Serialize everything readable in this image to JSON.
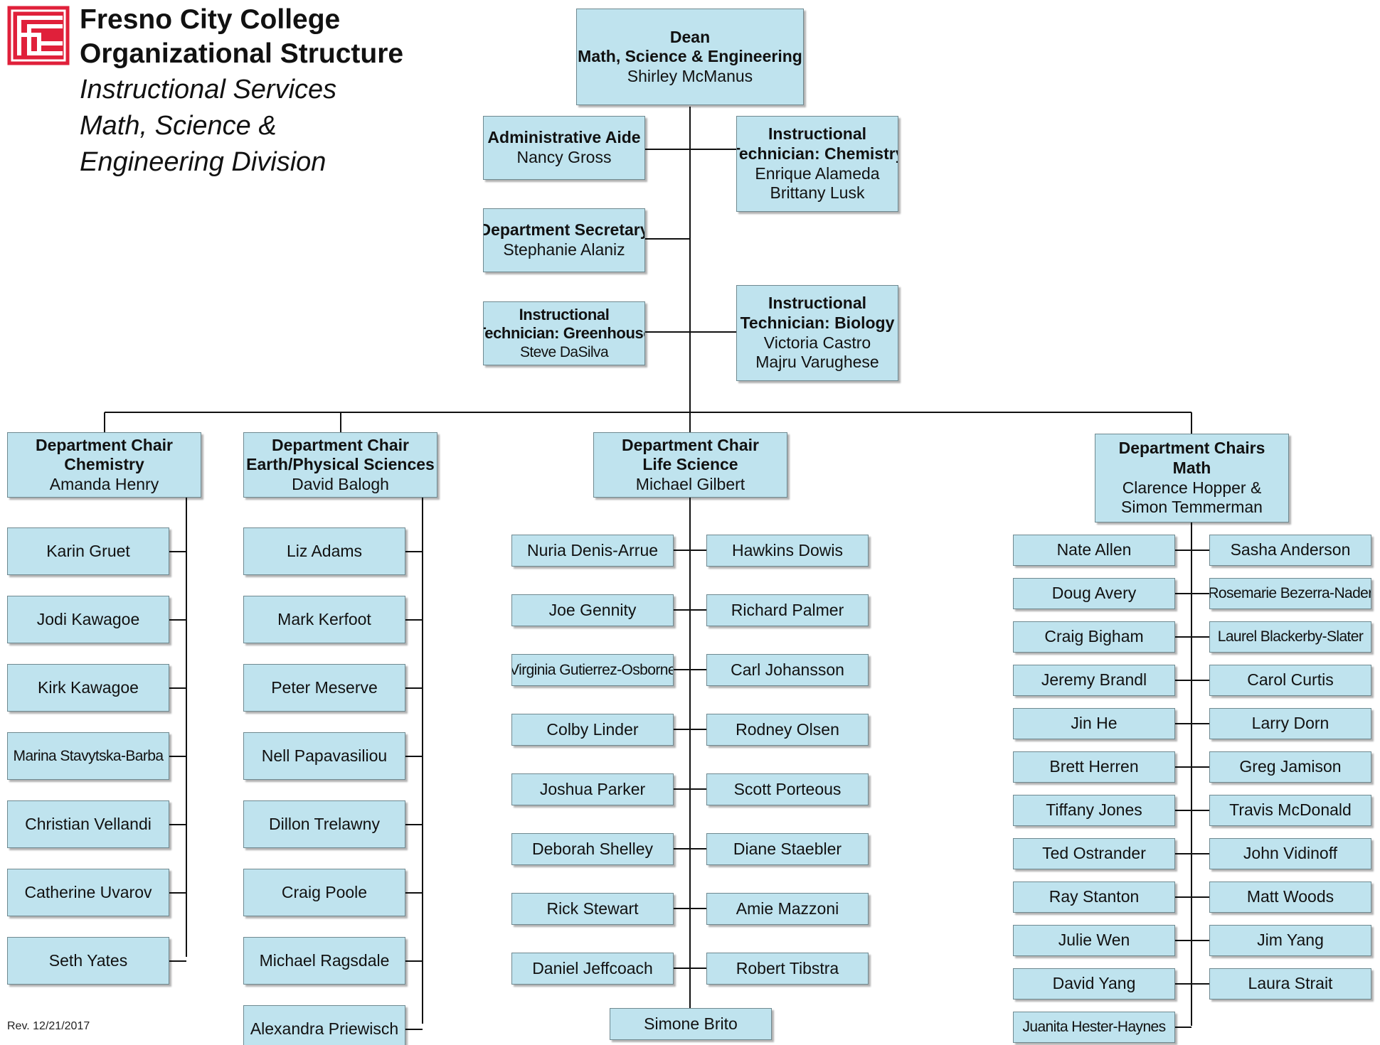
{
  "header": {
    "org_name": "Fresno City College",
    "subtitle1": "Organizational Structure",
    "line1": "Instructional Services",
    "line2": "Math, Science &",
    "line3": "Engineering Division",
    "logo_letters": "FCC",
    "logo_color": "#e0203a"
  },
  "dean": {
    "title1": "Dean",
    "title2": "Math, Science & Engineering",
    "name": "Shirley McManus"
  },
  "staff": {
    "admin_aide": {
      "title": "Administrative Aide",
      "name": "Nancy Gross"
    },
    "dept_secretary": {
      "title": "Department Secretary",
      "name": "Stephanie Alaniz"
    },
    "tech_greenhouse": {
      "title1": "Instructional",
      "title2": "Technician: Greenhouse",
      "name": "Steve DaSilva"
    },
    "tech_chemistry": {
      "title1": "Instructional",
      "title2": "Technician: Chemistry",
      "name1": "Enrique Alameda",
      "name2": "Brittany Lusk"
    },
    "tech_biology": {
      "title1": "Instructional",
      "title2": "Technician: Biology",
      "name1": "Victoria Castro",
      "name2": "Majru Varughese"
    }
  },
  "chairs": {
    "chemistry": {
      "title1": "Department Chair",
      "title2": "Chemistry",
      "name": "Amanda Henry"
    },
    "earth": {
      "title1": "Department Chair",
      "title2": "Earth/Physical Sciences",
      "name": "David Balogh"
    },
    "life": {
      "title1": "Department Chair",
      "title2": "Life Science",
      "name": "Michael Gilbert"
    },
    "math": {
      "title1": "Department Chairs",
      "title2": "Math",
      "name1": "Clarence Hopper &",
      "name2": "Simon Temmerman"
    }
  },
  "chemistry_faculty": [
    "Karin Gruet",
    "Jodi Kawagoe",
    "Kirk Kawagoe",
    "Marina Stavytska-Barba",
    "Christian Vellandi",
    "Catherine Uvarov",
    "Seth Yates"
  ],
  "earth_faculty": [
    "Liz Adams",
    "Mark Kerfoot",
    "Peter Meserve",
    "Nell Papavasiliou",
    "Dillon Trelawny",
    "Craig Poole",
    "Michael Ragsdale",
    "Alexandra Priewisch"
  ],
  "life_left": [
    "Nuria Denis-Arrue",
    "Joe Gennity",
    "Virginia Gutierrez-Osborne",
    "Colby Linder",
    "Joshua Parker",
    "Deborah Shelley",
    "Rick Stewart",
    "Daniel Jeffcoach"
  ],
  "life_right": [
    "Hawkins Dowis",
    "Richard Palmer",
    "Carl Johansson",
    "Rodney Olsen",
    "Scott Porteous",
    "Diane Staebler",
    "Amie Mazzoni",
    "Robert Tibstra"
  ],
  "life_bottom": "Simone Brito",
  "math_left": [
    "Nate Allen",
    "Doug Avery",
    "Craig Bigham",
    "Jeremy Brandl",
    "Jin He",
    "Brett Herren",
    "Tiffany Jones",
    "Ted Ostrander",
    "Ray Stanton",
    "Julie Wen",
    "David Yang",
    "Juanita Hester-Haynes"
  ],
  "math_right": [
    "Sasha Anderson",
    "Rosemarie Bezerra-Nader",
    "Laurel Blackerby-Slater",
    "Carol Curtis",
    "Larry Dorn",
    "Greg Jamison",
    "Travis McDonald",
    "John Vidinoff",
    "Matt Woods",
    "Jim Yang",
    "Laura Strait"
  ],
  "revision": "Rev. 12/21/2017",
  "colors": {
    "box_fill": "#bfe3ee",
    "box_border": "#6f8990",
    "line": "#111111"
  }
}
